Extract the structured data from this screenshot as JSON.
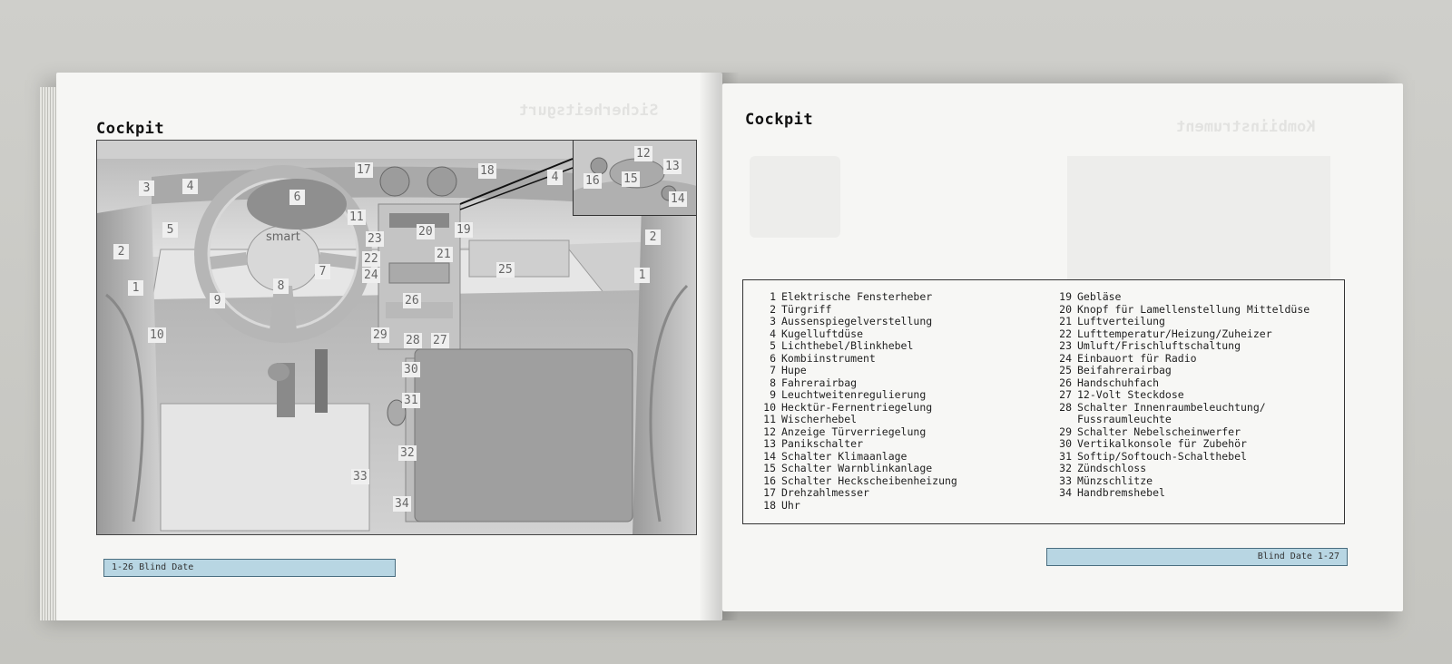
{
  "left_page": {
    "title": "Cockpit",
    "footer": "1-26  Blind Date",
    "callouts": [
      "1",
      "2",
      "3",
      "4",
      "5",
      "6",
      "7",
      "8",
      "9",
      "10",
      "11",
      "12",
      "13",
      "14",
      "15",
      "16",
      "17",
      "18",
      "19",
      "20",
      "21",
      "22",
      "23",
      "24",
      "25",
      "26",
      "27",
      "28",
      "29",
      "30",
      "31",
      "32",
      "33",
      "34",
      "1",
      "2",
      "4"
    ],
    "steering_logo": "smart"
  },
  "right_page": {
    "title": "Cockpit",
    "footer": "Blind Date  1-27",
    "legend_left": [
      {
        "num": "1",
        "label": "Elektrische Fensterheber"
      },
      {
        "num": "2",
        "label": "Türgriff"
      },
      {
        "num": "3",
        "label": "Aussenspiegelverstellung"
      },
      {
        "num": "4",
        "label": "Kugelluftdüse"
      },
      {
        "num": "5",
        "label": "Lichthebel/Blinkhebel"
      },
      {
        "num": "6",
        "label": "Kombiinstrument"
      },
      {
        "num": "7",
        "label": "Hupe"
      },
      {
        "num": "8",
        "label": "Fahrerairbag"
      },
      {
        "num": "9",
        "label": "Leuchtweitenregulierung"
      },
      {
        "num": "10",
        "label": "Hecktür-Fernentriegelung"
      },
      {
        "num": "11",
        "label": "Wischerhebel"
      },
      {
        "num": "12",
        "label": "Anzeige Türverriegelung"
      },
      {
        "num": "13",
        "label": "Panikschalter"
      },
      {
        "num": "14",
        "label": "Schalter Klimaanlage"
      },
      {
        "num": "15",
        "label": "Schalter Warnblinkanlage"
      },
      {
        "num": "16",
        "label": "Schalter Heckscheibenheizung"
      },
      {
        "num": "17",
        "label": "Drehzahlmesser"
      },
      {
        "num": "18",
        "label": "Uhr"
      }
    ],
    "legend_right": [
      {
        "num": "19",
        "label": "Gebläse"
      },
      {
        "num": "20",
        "label": "Knopf für Lamellenstellung Mitteldüse"
      },
      {
        "num": "21",
        "label": "Luftverteilung"
      },
      {
        "num": "22",
        "label": "Lufttemperatur/Heizung/Zuheizer"
      },
      {
        "num": "23",
        "label": "Umluft/Frischluftschaltung"
      },
      {
        "num": "24",
        "label": "Einbauort für Radio"
      },
      {
        "num": "25",
        "label": "Beifahrerairbag"
      },
      {
        "num": "26",
        "label": "Handschuhfach"
      },
      {
        "num": "27",
        "label": "12-Volt Steckdose"
      },
      {
        "num": "28",
        "label": "Schalter Innenraumbeleuchtung/\nFussraumleuchte"
      },
      {
        "num": "29",
        "label": "Schalter Nebelscheinwerfer"
      },
      {
        "num": "30",
        "label": "Vertikalkonsole für Zubehör"
      },
      {
        "num": "31",
        "label": "Softip/Softouch-Schalthebel"
      },
      {
        "num": "32",
        "label": "Zündschloss"
      },
      {
        "num": "33",
        "label": "Münzschlitze"
      },
      {
        "num": "34",
        "label": "Handbremshebel"
      }
    ]
  }
}
